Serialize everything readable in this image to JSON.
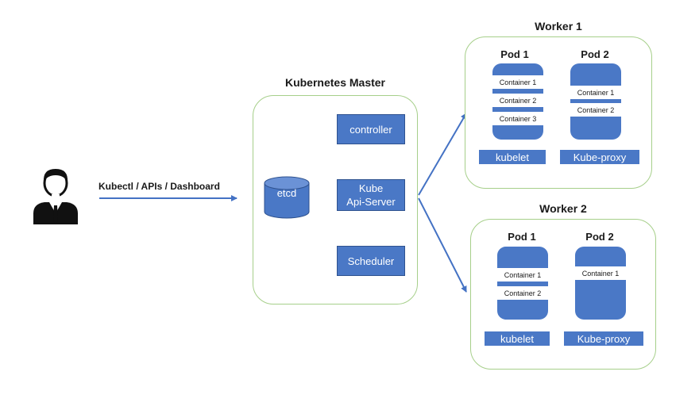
{
  "client": {
    "edge_label": "Kubectl / APIs / Dashboard",
    "icon": "user-icon"
  },
  "master": {
    "title": "Kubernetes Master",
    "etcd": "etcd",
    "controller": "controller",
    "api_server_line1": "Kube",
    "api_server_line2": "Api-Server",
    "scheduler": "Scheduler"
  },
  "workers": [
    {
      "title": "Worker 1",
      "pods": [
        {
          "label": "Pod 1",
          "containers": [
            "Container 1",
            "Container 2",
            "Container 3"
          ]
        },
        {
          "label": "Pod 2",
          "containers": [
            "Container 1",
            "Container 2"
          ]
        }
      ],
      "kubelet": "kubelet",
      "kube_proxy": "Kube-proxy"
    },
    {
      "title": "Worker 2",
      "pods": [
        {
          "label": "Pod 1",
          "containers": [
            "Container 1",
            "Container 2"
          ]
        },
        {
          "label": "Pod 2",
          "containers": [
            "Container 1"
          ]
        }
      ],
      "kubelet": "kubelet",
      "kube_proxy": "Kube-proxy"
    }
  ],
  "colors": {
    "component_blue": "#4a78c6",
    "group_border_green": "#a6cf8a",
    "arrow_blue": "#4472c4"
  }
}
